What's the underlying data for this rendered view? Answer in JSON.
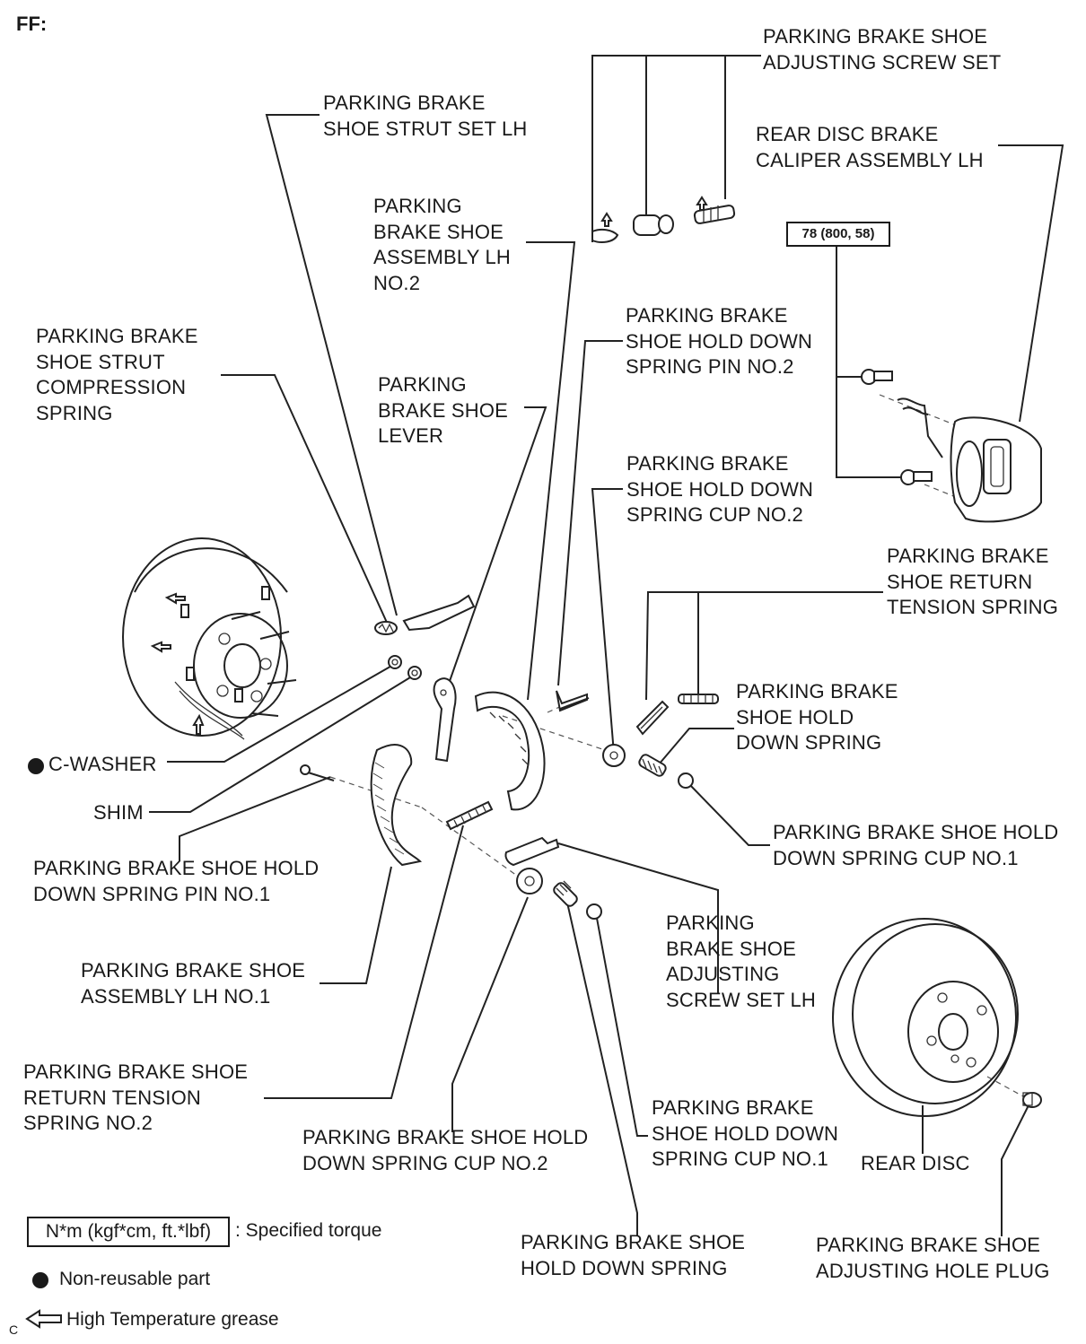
{
  "header": {
    "code": "FF:"
  },
  "corner_mark": "C",
  "torque_spec": "78 (800, 58)",
  "labels": {
    "adjusting_screw_set": "PARKING BRAKE SHOE\nADJUSTING SCREW SET",
    "strut_set_lh": "PARKING BRAKE\nSHOE STRUT SET LH",
    "caliper_lh": "REAR DISC BRAKE\nCALIPER ASSEMBLY LH",
    "shoe_assembly_lh_no2": "PARKING\nBRAKE SHOE\nASSEMBLY LH\nNO.2",
    "strut_compression_spring": "PARKING BRAKE\nSHOE STRUT\nCOMPRESSION\nSPRING",
    "hold_down_spring_pin_no2": "PARKING BRAKE\nSHOE HOLD DOWN\nSPRING PIN NO.2",
    "shoe_lever": "PARKING\nBRAKE SHOE\nLEVER",
    "hold_down_spring_cup_no2_upper": "PARKING BRAKE\nSHOE HOLD DOWN\nSPRING CUP NO.2",
    "return_tension_spring": "PARKING BRAKE\nSHOE RETURN\nTENSION SPRING",
    "hold_down_spring_right": "PARKING BRAKE\nSHOE HOLD\nDOWN SPRING",
    "c_washer": "C-WASHER",
    "shim": "SHIM",
    "hold_down_spring_cup_no1_right": "PARKING BRAKE SHOE HOLD\nDOWN SPRING CUP NO.1",
    "hold_down_spring_pin_no1": "PARKING BRAKE SHOE HOLD\nDOWN SPRING PIN NO.1",
    "adjusting_screw_set_lh": "PARKING\nBRAKE SHOE\nADJUSTING\nSCREW SET LH",
    "shoe_assembly_lh_no1": "PARKING BRAKE SHOE\nASSEMBLY LH NO.1",
    "return_tension_spring_no2": "PARKING BRAKE SHOE\nRETURN TENSION\nSPRING NO.2",
    "hold_down_spring_cup_no2_lower": "PARKING BRAKE SHOE HOLD\nDOWN SPRING CUP NO.2",
    "hold_down_spring_cup_no1_lower": "PARKING BRAKE\nSHOE HOLD DOWN\nSPRING CUP NO.1",
    "rear_disc": "REAR DISC",
    "hold_down_spring_bottom": "PARKING BRAKE SHOE\nHOLD DOWN SPRING",
    "adjusting_hole_plug": "PARKING BRAKE SHOE\nADJUSTING HOLE PLUG"
  },
  "legend": {
    "torque_box": "N*m (kgf*cm, ft.*lbf)",
    "torque_text": ": Specified torque",
    "non_reusable": "Non-reusable part",
    "grease": "High Temperature grease"
  }
}
